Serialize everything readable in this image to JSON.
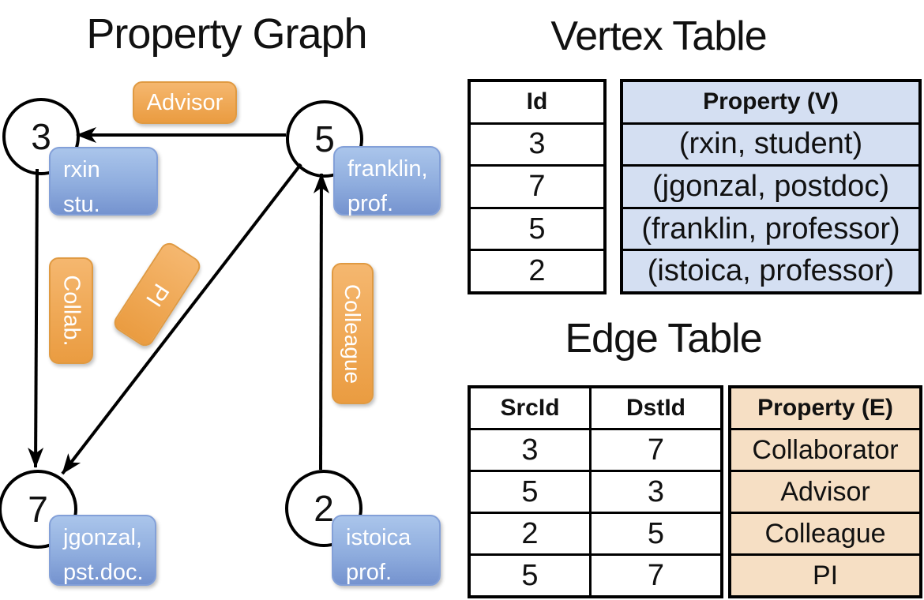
{
  "titles": {
    "graph": "Property Graph",
    "vertex_table": "Vertex Table",
    "edge_table": "Edge Table"
  },
  "graph": {
    "nodes": {
      "n3": {
        "id": "3",
        "line1": "rxin",
        "line2": "stu."
      },
      "n5": {
        "id": "5",
        "line1": "franklin,",
        "line2": "prof."
      },
      "n7": {
        "id": "7",
        "line1": "jgonzal,",
        "line2": "pst.doc."
      },
      "n2": {
        "id": "2",
        "line1": "istoica",
        "line2": "prof."
      }
    },
    "edge_labels": {
      "advisor": "Advisor",
      "collab": "Collab.",
      "pi": "PI",
      "colleague": "Colleague"
    }
  },
  "vertex_table": {
    "headers": {
      "id": "Id",
      "property": "Property (V)"
    },
    "rows": [
      {
        "id": "3",
        "property": "(rxin, student)"
      },
      {
        "id": "7",
        "property": "(jgonzal, postdoc)"
      },
      {
        "id": "5",
        "property": "(franklin, professor)"
      },
      {
        "id": "2",
        "property": "(istoica, professor)"
      }
    ]
  },
  "edge_table": {
    "headers": {
      "src": "SrcId",
      "dst": "DstId",
      "property": "Property (E)"
    },
    "rows": [
      {
        "src": "3",
        "dst": "7",
        "property": "Collaborator"
      },
      {
        "src": "5",
        "dst": "3",
        "property": "Advisor"
      },
      {
        "src": "2",
        "dst": "5",
        "property": "Colleague"
      },
      {
        "src": "5",
        "dst": "7",
        "property": "PI"
      }
    ]
  },
  "colors": {
    "node_fill": "#ffffff",
    "node_border": "#000000",
    "edge_stroke": "#000000",
    "edge_label_gradient_top": "#f5b76f",
    "edge_label_gradient_bottom": "#ea9c41",
    "vertex_label_gradient_top": "#aac5eb",
    "vertex_label_gradient_bottom": "#7593cf",
    "vertex_property_cell_bg": "#d4dff2",
    "edge_property_cell_bg": "#f6dfc4",
    "label_text": "#ffffff",
    "table_text": "#111111"
  }
}
